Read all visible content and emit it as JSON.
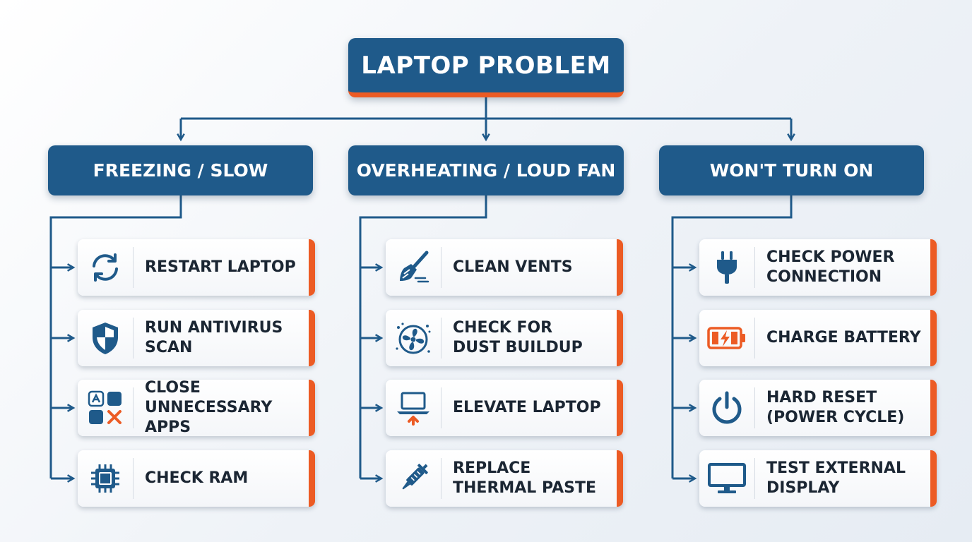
{
  "colors": {
    "primary": "#1f5a8a",
    "accent": "#ec5b24",
    "line": "#1f5a8a",
    "text": "#1b2633"
  },
  "root": {
    "title": "LAPTOP PROBLEM"
  },
  "categories": [
    {
      "title": "FREEZING / SLOW",
      "items": [
        {
          "label": "RESTART LAPTOP",
          "icon": "refresh-icon"
        },
        {
          "label": "RUN ANTIVIRUS\nSCAN",
          "icon": "shield-icon"
        },
        {
          "label": "CLOSE\nUNNECESSARY APPS",
          "icon": "apps-close-icon"
        },
        {
          "label": "CHECK RAM",
          "icon": "chip-icon"
        }
      ]
    },
    {
      "title": "OVERHEATING / LOUD FAN",
      "items": [
        {
          "label": "CLEAN VENTS",
          "icon": "brush-icon"
        },
        {
          "label": "CHECK FOR\nDUST BUILDUP",
          "icon": "fan-dust-icon"
        },
        {
          "label": "ELEVATE LAPTOP",
          "icon": "laptop-elevate-icon"
        },
        {
          "label": "REPLACE\nTHERMAL PASTE",
          "icon": "syringe-icon"
        }
      ]
    },
    {
      "title": "WON'T TURN ON",
      "items": [
        {
          "label": "CHECK POWER\nCONNECTION",
          "icon": "plug-icon"
        },
        {
          "label": "CHARGE BATTERY",
          "icon": "battery-icon"
        },
        {
          "label": "HARD RESET\n(POWER CYCLE)",
          "icon": "power-icon"
        },
        {
          "label": "TEST EXTERNAL\nDISPLAY",
          "icon": "monitor-icon"
        }
      ]
    }
  ]
}
